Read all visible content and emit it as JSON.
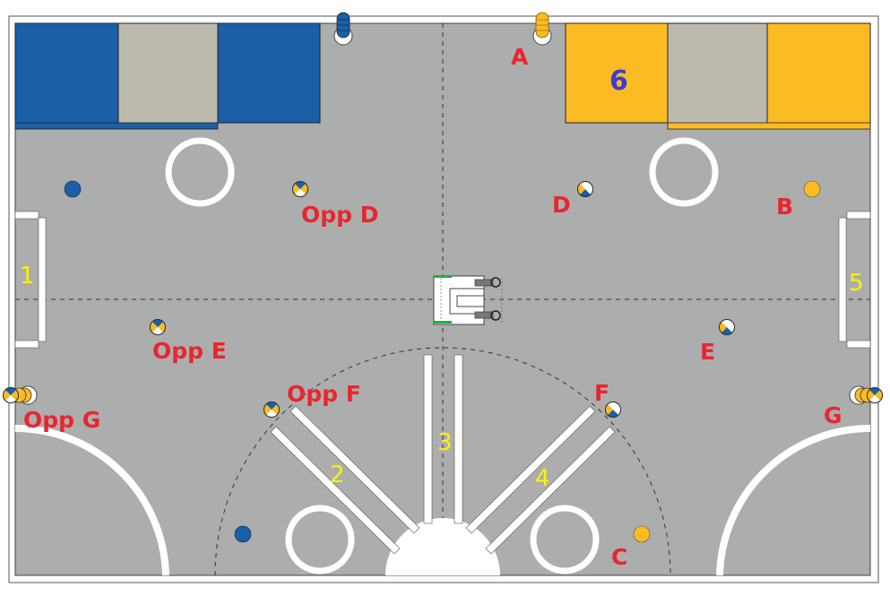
{
  "colors": {
    "field": "#acadad",
    "border": "#ffffff",
    "blue": "#1a5fa8",
    "yellow": "#fbbb22",
    "tan": "#bcb9ad",
    "label_red": "#e8262e",
    "label_yellow": "#fff200",
    "label_blue": "#3d3ad6",
    "accent_green": "#18b53a"
  },
  "labels": {
    "A": "A",
    "B": "B",
    "C": "C",
    "D": "D",
    "E": "E",
    "F": "F",
    "G": "G",
    "opp_d": "Opp D",
    "opp_e": "Opp E",
    "opp_f": "Opp F",
    "opp_g": "Opp G"
  },
  "zones": {
    "z1": "1",
    "z2": "2",
    "z3": "3",
    "z4": "4",
    "z5": "5",
    "z6": "6"
  }
}
